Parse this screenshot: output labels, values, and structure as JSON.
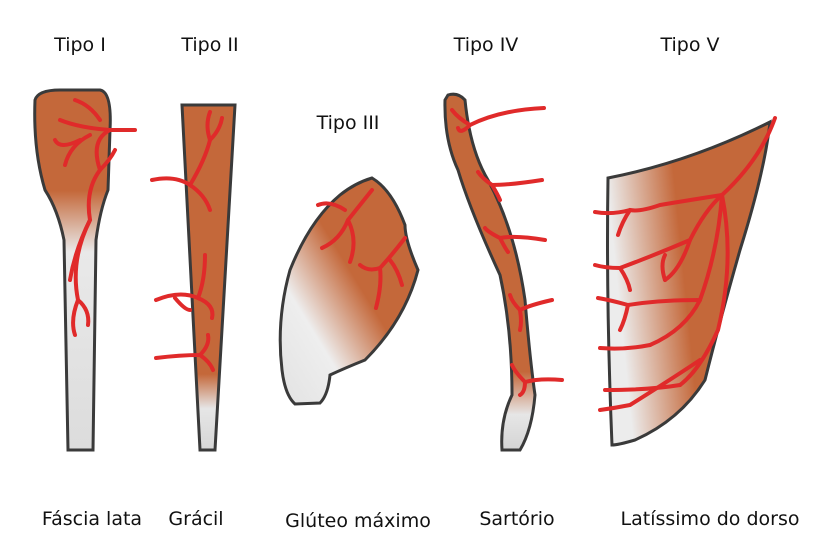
{
  "muscles": [
    {
      "type_label": "Tipo I",
      "name": "Fáscia lata"
    },
    {
      "type_label": "Tipo II",
      "name": "Grácil"
    },
    {
      "type_label": "Tipo III",
      "name": "Glúteo máximo"
    },
    {
      "type_label": "Tipo IV",
      "name": "Sartório"
    },
    {
      "type_label": "Tipo V",
      "name": "Latíssimo do dorso"
    }
  ],
  "colors": {
    "muscle": "#c4683a",
    "tendon": "#e6e6e6",
    "vessel": "#e02a2a",
    "outline": "#3a3a3a"
  }
}
